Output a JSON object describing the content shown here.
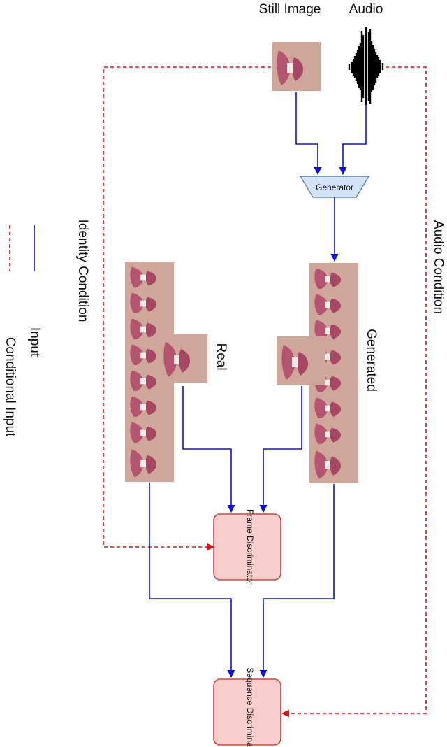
{
  "inputs": {
    "still_image_label": "Still Image",
    "audio_label": "Audio"
  },
  "nodes": {
    "generator": "Generator",
    "frame_discriminator": "Frame Discriminator",
    "sequence_discriminator": "Sequence Discriminator"
  },
  "groups": {
    "real_label": "Real",
    "generated_label": "Generated"
  },
  "conditions": {
    "identity": "Identity Condition",
    "audio": "Audio Condition"
  },
  "legend": {
    "input": "Input",
    "conditional_input": "Conditional Input"
  },
  "colors": {
    "input_line": "#1010e0",
    "condition_line": "#e01010",
    "generator_fill": "#d4e3f7",
    "discriminator_fill": "#f8cfcc",
    "discriminator_stroke": "#c84a45",
    "lip_color": "#b5546f",
    "skin_color": "#cfa79a"
  }
}
